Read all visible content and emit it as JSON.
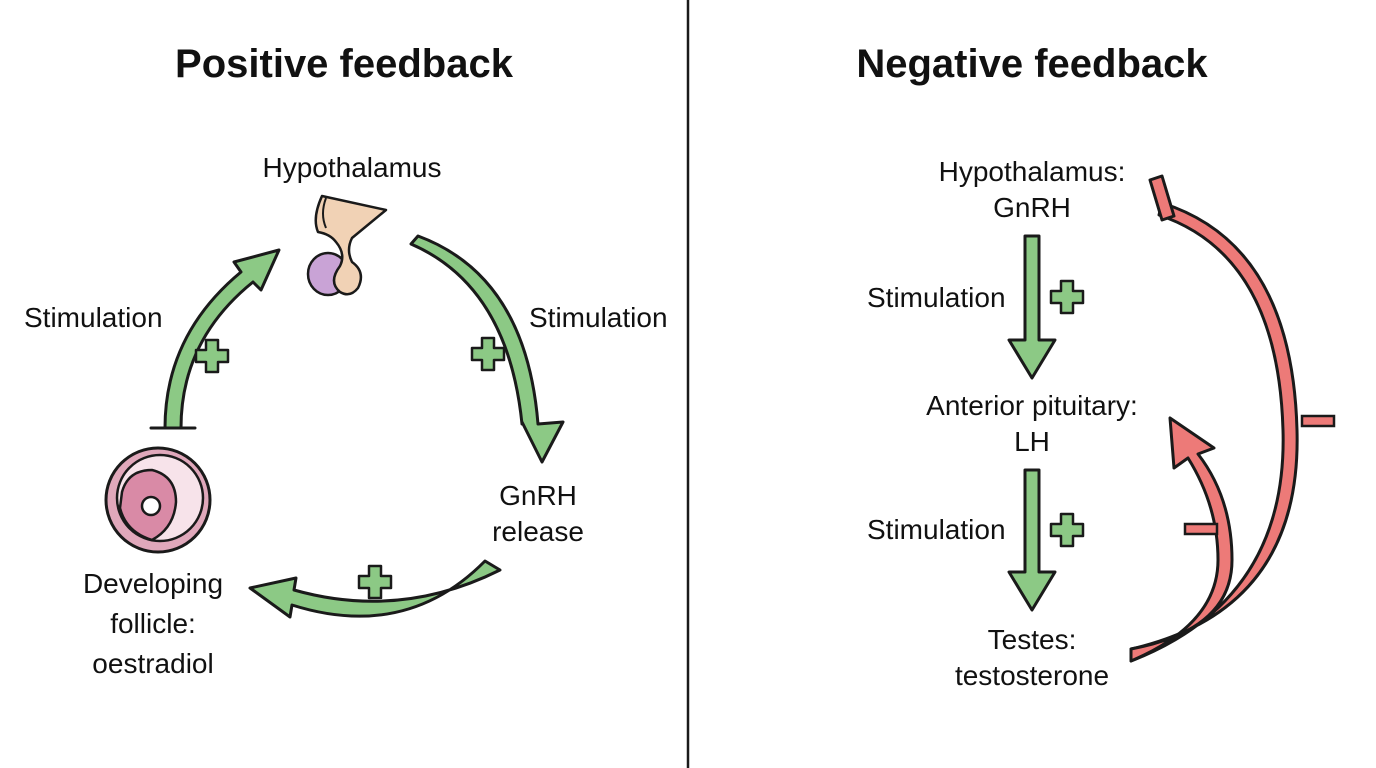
{
  "colors": {
    "positive": "#8cc985",
    "negative": "#ed7a78",
    "outline": "#1a1a1a",
    "follicle_outer": "#e0a8bb",
    "follicle_inner": "#f7e3ea",
    "follicle_core": "#d98aa6",
    "hypothalamus": "#f1d2b5",
    "pituitary": "#c9a3d6"
  },
  "positive_panel": {
    "title": "Positive feedback",
    "hypothalamus": "Hypothalamus",
    "left_arrow_label": "Stimulation",
    "right_arrow_label": "Stimulation",
    "gnrh_line1": "GnRH",
    "gnrh_line2": "release",
    "follicle_line1": "Developing",
    "follicle_line2": "follicle:",
    "follicle_line3": "oestradiol",
    "sign_plus": "+",
    "icons": [
      "hypothalamus-pituitary-icon",
      "follicle-icon",
      "plus-sign-icon"
    ]
  },
  "negative_panel": {
    "title": "Negative feedback",
    "hypothalamus_line1": "Hypothalamus:",
    "hypothalamus_line2": "GnRH",
    "upper_stimulation": "Stimulation",
    "pituitary_line1": "Anterior pituitary:",
    "pituitary_line2": "LH",
    "lower_stimulation": "Stimulation",
    "testes_line1": "Testes:",
    "testes_line2": "testosterone",
    "sign_plus": "+",
    "sign_minus": "−",
    "icons": [
      "plus-sign-icon",
      "minus-sign-icon",
      "inhibition-bar-icon"
    ]
  }
}
